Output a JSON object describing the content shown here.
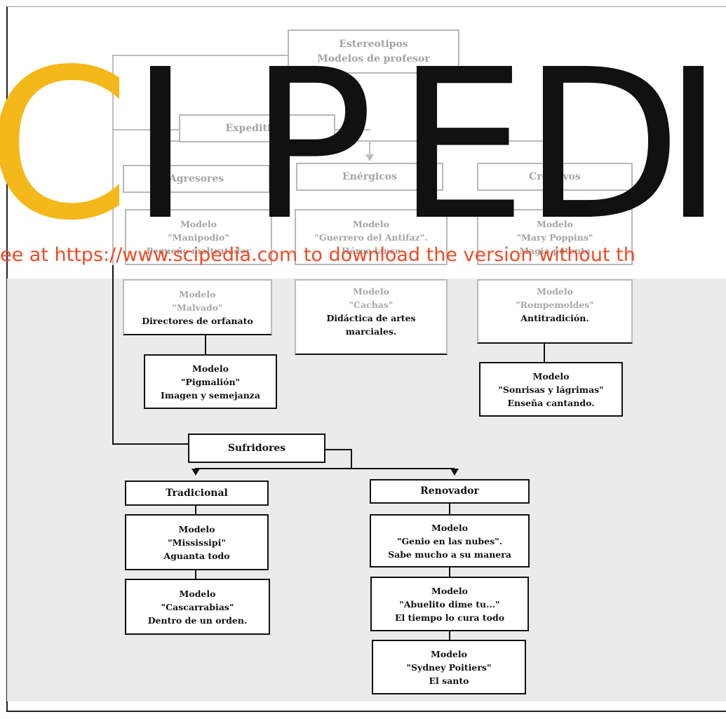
{
  "diagram": {
    "root": {
      "line1": "Estereotipos",
      "line2": "Modelos de profesor"
    },
    "expeditivos": {
      "label": "Expeditivos"
    },
    "agresores": {
      "label": "Agresores",
      "models": [
        {
          "line1": "Modelo",
          "line2": "\"Manipodio\"",
          "line3": "Pequeño maltratador"
        },
        {
          "line1": "Modelo",
          "line2": "\"Malvado\"",
          "line3": "Directores de orfanato"
        },
        {
          "line1": "Modelo",
          "line2": "\"Pigmalión\"",
          "line3": "Imagen y semejanza"
        }
      ]
    },
    "energicos": {
      "label": "Enérgicos",
      "models": [
        {
          "line1": "Modelo",
          "line2": "\"Guerrero del Antifaz\".",
          "line3": "Héroe lance"
        },
        {
          "line1": "Modelo",
          "line2": "\"Cachas\"",
          "line3": "Didáctica de artes marciales."
        }
      ]
    },
    "creativos": {
      "label": "Creativos",
      "models": [
        {
          "line1": "Modelo",
          "line2": "\"Mary Poppins\"",
          "line3": "Magia potente"
        },
        {
          "line1": "Modelo",
          "line2": "\"Rompemoldes\"",
          "line3": "Antitradición."
        },
        {
          "line1": "Modelo",
          "line2": "\"Sonrisas y lágrimas\"",
          "line3": "Enseña cantando."
        }
      ]
    },
    "sufridores": {
      "label": "Sufridores"
    },
    "tradicional": {
      "label": "Tradicional",
      "models": [
        {
          "line1": "Modelo",
          "line2": "\"Mississipi\"",
          "line3": "Aguanta todo"
        },
        {
          "line1": "Modelo",
          "line2": "\"Cascarrabias\"",
          "line3": "Dentro de un orden."
        }
      ]
    },
    "renovador": {
      "label": "Renovador",
      "models": [
        {
          "line1": "Modelo",
          "line2": "\"Genio en las nubes\".",
          "line3": "Sabe mucho a su manera"
        },
        {
          "line1": "Modelo",
          "line2": "\"Abuelito dime tu...\"",
          "line3": "El tiempo lo cura todo"
        },
        {
          "line1": "Modelo",
          "line2": "\"Sydney Poitiers\"",
          "line3": "El santo"
        }
      ]
    }
  },
  "watermark": {
    "letters": [
      "C",
      "I",
      "P",
      "E",
      "D",
      "I"
    ],
    "notice": "ee at https://www.scipedia.com to download the version without th"
  },
  "colors": {
    "watermark_orange": "#f5b81a",
    "notice_red": "#ef4a25",
    "gray_band": "#ebebeb"
  }
}
